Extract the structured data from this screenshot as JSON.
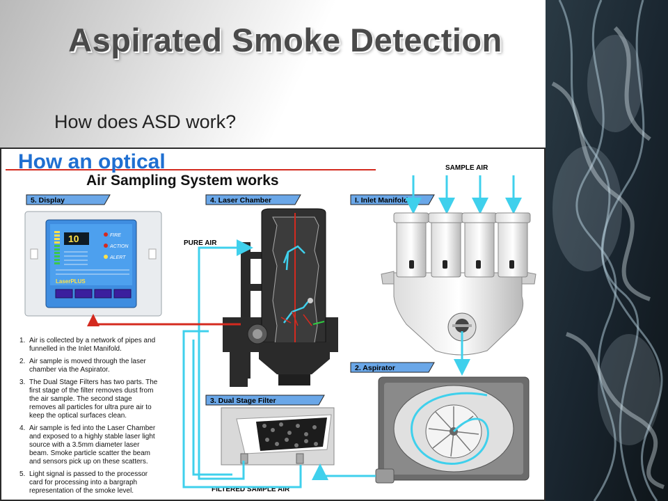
{
  "slide": {
    "title": "Aspirated Smoke Detection",
    "subtitle": "How does ASD work?"
  },
  "diagram": {
    "heading_line1": "How an optical",
    "heading_line2": "Air Sampling System works",
    "labels": {
      "display": "5. Display",
      "laser_chamber": "4. Laser Chamber",
      "inlet_manifold": "I. Inlet Manifold",
      "aspirator": "2. Aspirator",
      "dual_stage_filter": "3. Dual Stage Filter",
      "sample_air": "SAMPLE AIR",
      "pure_air": "PURE AIR",
      "filtered_sample_air": "FILTERED SAMPLE AIR"
    },
    "display_panel": {
      "readout": "10",
      "fire": "FIRE",
      "action": "ACTION",
      "alert": "ALERT",
      "brand": "LaserPLUS"
    },
    "steps": [
      {
        "num": "1.",
        "lines": [
          "Air is collected by a network of pipes and",
          "funnelled in the Inlet Manifold."
        ]
      },
      {
        "num": "2.",
        "lines": [
          "Air sample is moved through the laser",
          "chamber via the Aspirator."
        ]
      },
      {
        "num": "3.",
        "lines": [
          "The Dual Stage Filters has two parts. The",
          "first stage of the filter removes dust from",
          "the air sample. The second stage",
          "removes all particles for ultra pure air to",
          "keep the optical surfaces clean."
        ]
      },
      {
        "num": "4.",
        "lines": [
          "Air sample is fed into the Laser Chamber",
          "and exposed to a highly stable laser light",
          "source with a 3.5mm diameter laser",
          "beam. Smoke particle scatter the beam",
          "and sensors pick up on these scatters."
        ]
      },
      {
        "num": "5.",
        "lines": [
          "Light signal is passed to the processor",
          "card for processing into a bargraph",
          "representation of the smoke level."
        ]
      }
    ],
    "colors": {
      "heading_blue": "#1f6fd1",
      "air_cyan": "#3fd0ec",
      "signal_red": "#d42a1f",
      "label_box": "#6aa7e8"
    }
  }
}
